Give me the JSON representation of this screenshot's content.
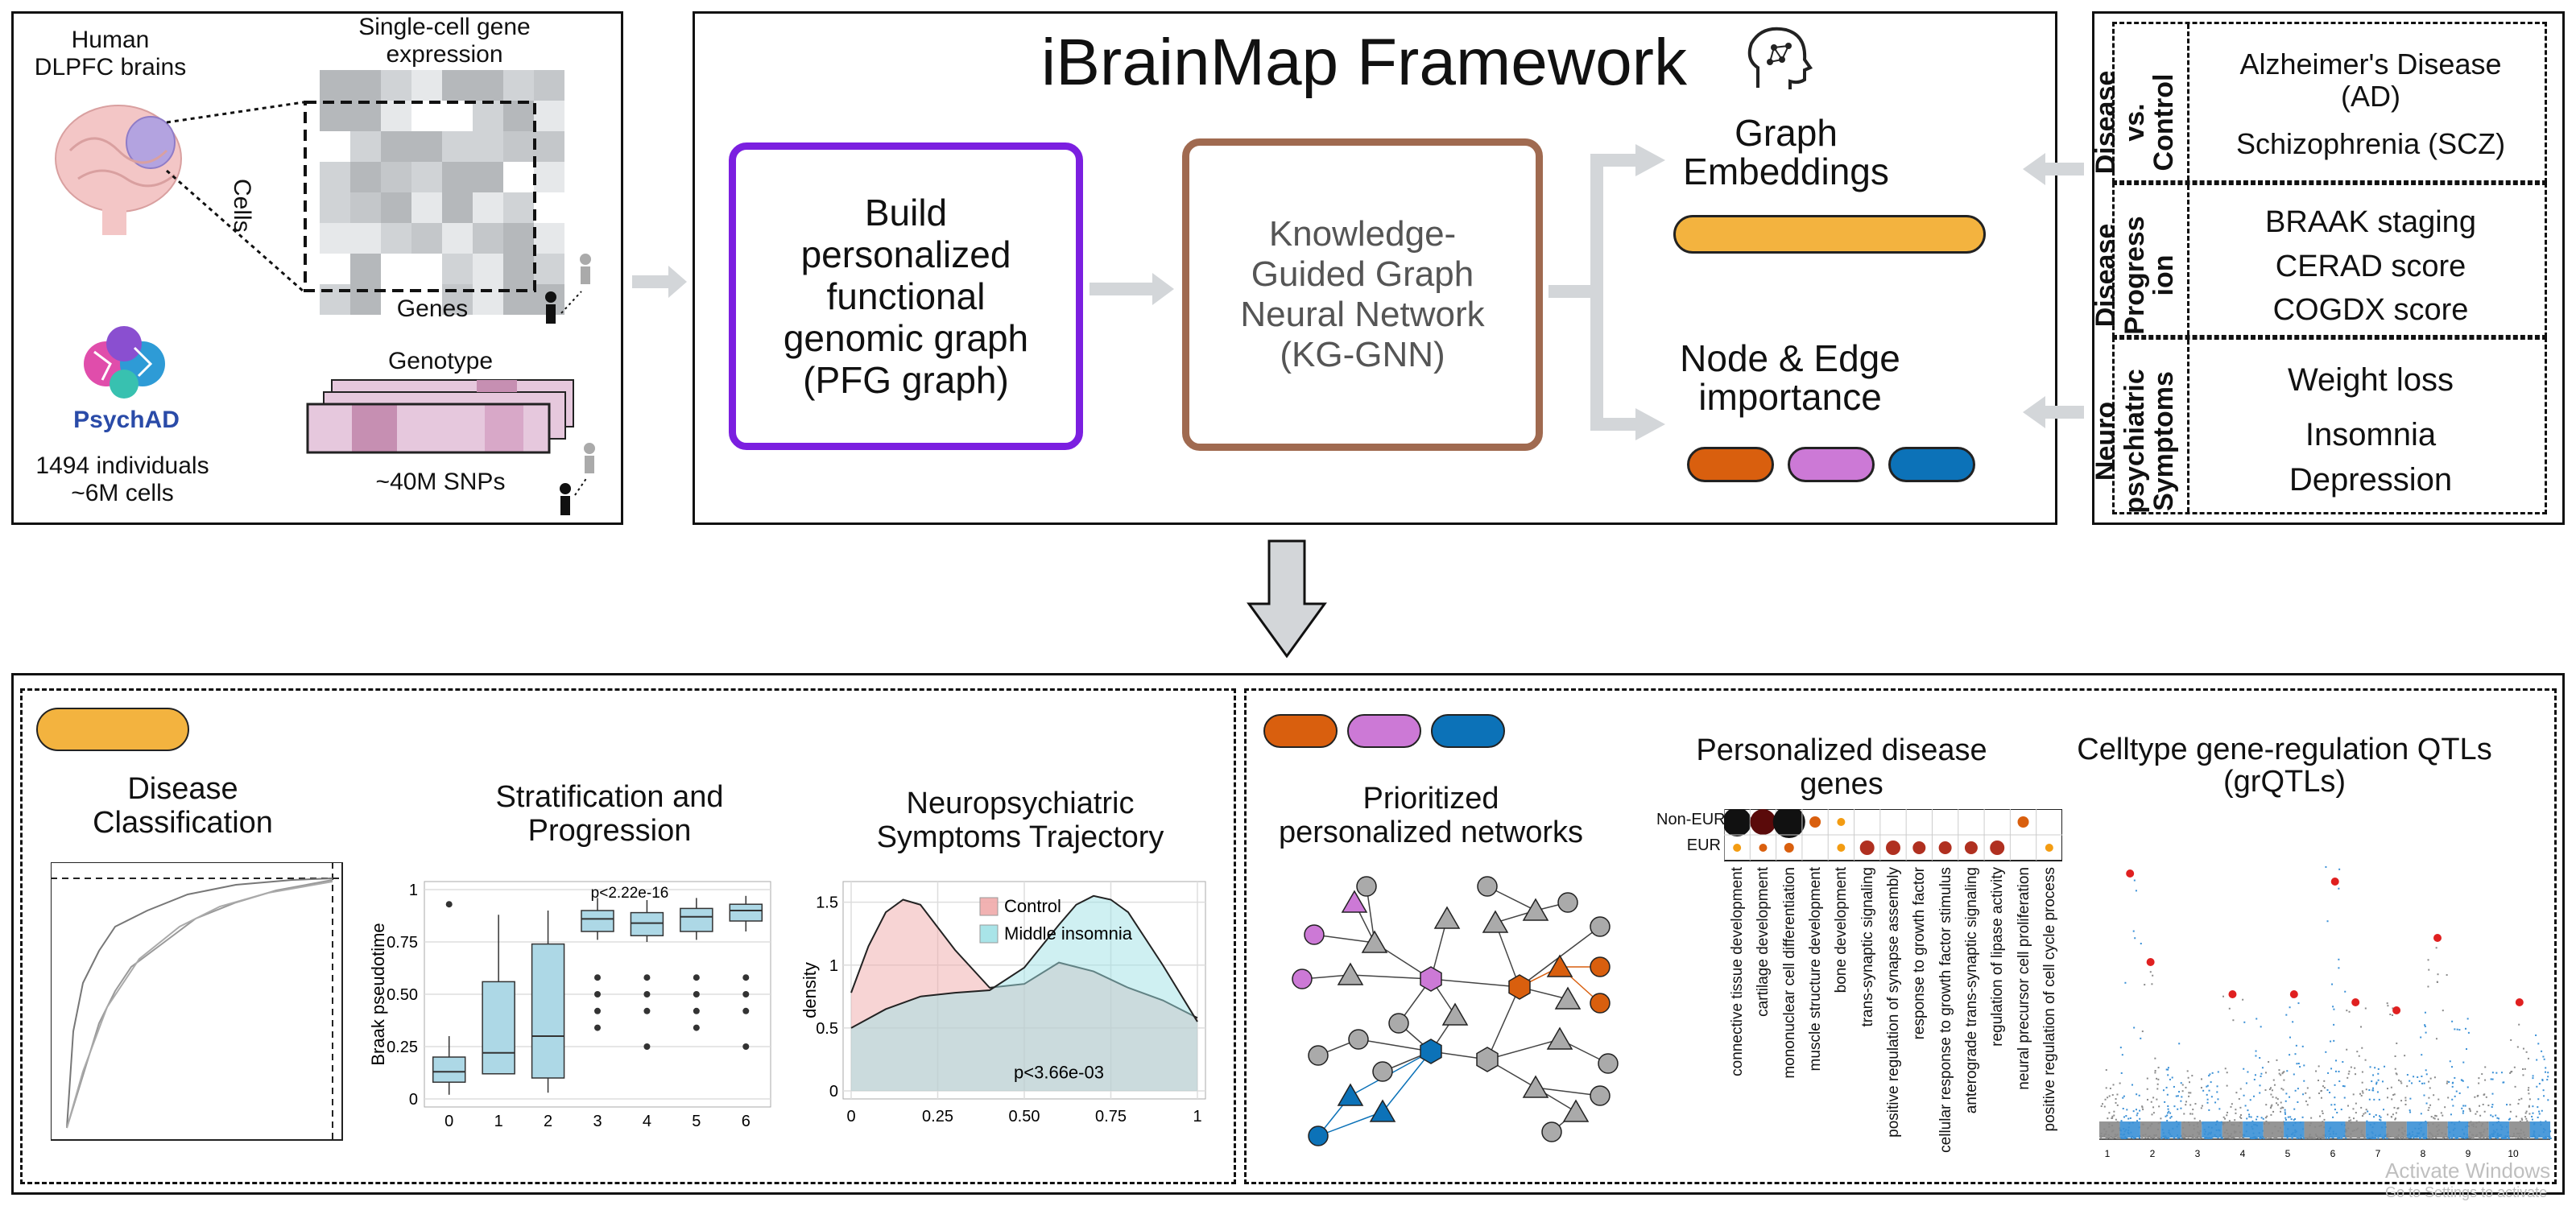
{
  "input_panel": {
    "brain_label": "Human\nDLPFC brains",
    "expression_title": "Single-cell gene\nexpression",
    "cells_label": "Cells",
    "genes_label": "Genes",
    "logo_text": "PsychAD",
    "individuals": "1494 individuals\n~6M cells",
    "genotype_label": "Genotype",
    "snps_label": "~40M SNPs"
  },
  "framework": {
    "title": "iBrainMap Framework",
    "icon": "head-network-icon",
    "pfg_box": "Build\npersonalized\nfunctional\ngenomic graph\n(PFG graph)",
    "kg_box": "Knowledge-\nGuided Graph\nNeural Network\n(KG-GNN)",
    "graph_embeddings": "Graph\nEmbeddings",
    "node_edge": "Node & Edge\nimportance"
  },
  "tasks": {
    "groups": [
      {
        "header": "Disease\nvs.\nControl",
        "items": [
          "Alzheimer's Disease\n(AD)",
          "Schizophrenia (SCZ)"
        ]
      },
      {
        "header": "Disease\nProgress\nion",
        "items": [
          "BRAAK staging",
          "CERAD score",
          "COGDX score"
        ]
      },
      {
        "header": "Neuro\npsychiatric\nSymptoms",
        "items": [
          "Weight loss",
          "Insomnia",
          "Depression"
        ]
      }
    ]
  },
  "colors": {
    "embedding": "#F3B33F",
    "orange": "#D95F0E",
    "purple": "#CC79D6",
    "blue": "#0C72B8",
    "light_blue": "#ADD8E6",
    "pfg_border": "#7B1FE0",
    "kg_border": "#A06A50"
  },
  "results": {
    "disease_classification": "Disease\nClassification",
    "stratification": "Stratification and\nProgression",
    "trajectory": "Neuropsychiatric\nSymptoms Trajectory",
    "networks": "Prioritized\npersonalized networks",
    "disease_genes": "Personalized disease\ngenes",
    "grqtl": "Celltype gene-regulation QTLs\n(grQTLs)"
  },
  "chart_data": [
    {
      "type": "box",
      "title": "Stratification and Progression",
      "ylabel": "Braak pseudotime",
      "categories": [
        "0",
        "1",
        "2",
        "3",
        "4",
        "5",
        "6"
      ],
      "yticks": [
        "0",
        "0.25",
        "0.50",
        "0.75",
        "1"
      ],
      "ylim": [
        0,
        1
      ],
      "annotation": "p<2.22e-16",
      "boxes": [
        {
          "min": 0.02,
          "q1": 0.08,
          "median": 0.13,
          "q3": 0.2,
          "max": 0.3
        },
        {
          "min": 0.12,
          "q1": 0.12,
          "median": 0.22,
          "q3": 0.56,
          "max": 0.88
        },
        {
          "min": 0.03,
          "q1": 0.1,
          "median": 0.3,
          "q3": 0.74,
          "max": 0.9
        },
        {
          "min": 0.76,
          "q1": 0.8,
          "median": 0.86,
          "q3": 0.9,
          "max": 0.96
        },
        {
          "min": 0.75,
          "q1": 0.78,
          "median": 0.84,
          "q3": 0.89,
          "max": 0.95
        },
        {
          "min": 0.76,
          "q1": 0.8,
          "median": 0.87,
          "q3": 0.91,
          "max": 0.96
        },
        {
          "min": 0.8,
          "q1": 0.85,
          "median": 0.9,
          "q3": 0.93,
          "max": 0.97
        }
      ]
    },
    {
      "type": "area",
      "title": "Neuropsychiatric Symptoms Trajectory",
      "ylabel": "density",
      "xticks": [
        "0",
        "0.25",
        "0.50",
        "0.75",
        "1"
      ],
      "yticks": [
        "0",
        "0.5",
        "1",
        "1.5"
      ],
      "xlim": [
        0,
        1
      ],
      "ylim": [
        0,
        1.6
      ],
      "annotation": "p<3.66e-03",
      "series": [
        {
          "name": "Control",
          "x": [
            0,
            0.05,
            0.1,
            0.15,
            0.2,
            0.3,
            0.4,
            0.5,
            0.6,
            0.7,
            0.8,
            0.9,
            1.0
          ],
          "y": [
            0.78,
            1.15,
            1.42,
            1.52,
            1.48,
            1.12,
            0.82,
            0.85,
            1.02,
            0.95,
            0.82,
            0.72,
            0.58
          ]
        },
        {
          "name": "Middle insomnia",
          "x": [
            0,
            0.1,
            0.2,
            0.3,
            0.4,
            0.5,
            0.6,
            0.65,
            0.7,
            0.75,
            0.8,
            0.9,
            1.0
          ],
          "y": [
            0.5,
            0.65,
            0.75,
            0.78,
            0.8,
            0.98,
            1.32,
            1.48,
            1.55,
            1.52,
            1.42,
            1.0,
            0.55
          ]
        }
      ]
    }
  ],
  "heatmap": {
    "rows": [
      "Non-EUR",
      "EUR"
    ],
    "columns": [
      "connective tissue development",
      "cartilage development",
      "mononuclear cell differentiation",
      "muscle structure development",
      "bone development",
      "trans-synaptic signaling",
      "positive regulation of synapse assembly",
      "response to growth factor",
      "cellular response to growth factor stimulus",
      "anterograde trans-synaptic signaling",
      "regulation of lipase activity",
      "neural precursor cell proliferation",
      "positive regulation of cell cycle process"
    ]
  },
  "watermark": {
    "line1": "Activate Windows",
    "line2": "Go to Settings to activate"
  }
}
